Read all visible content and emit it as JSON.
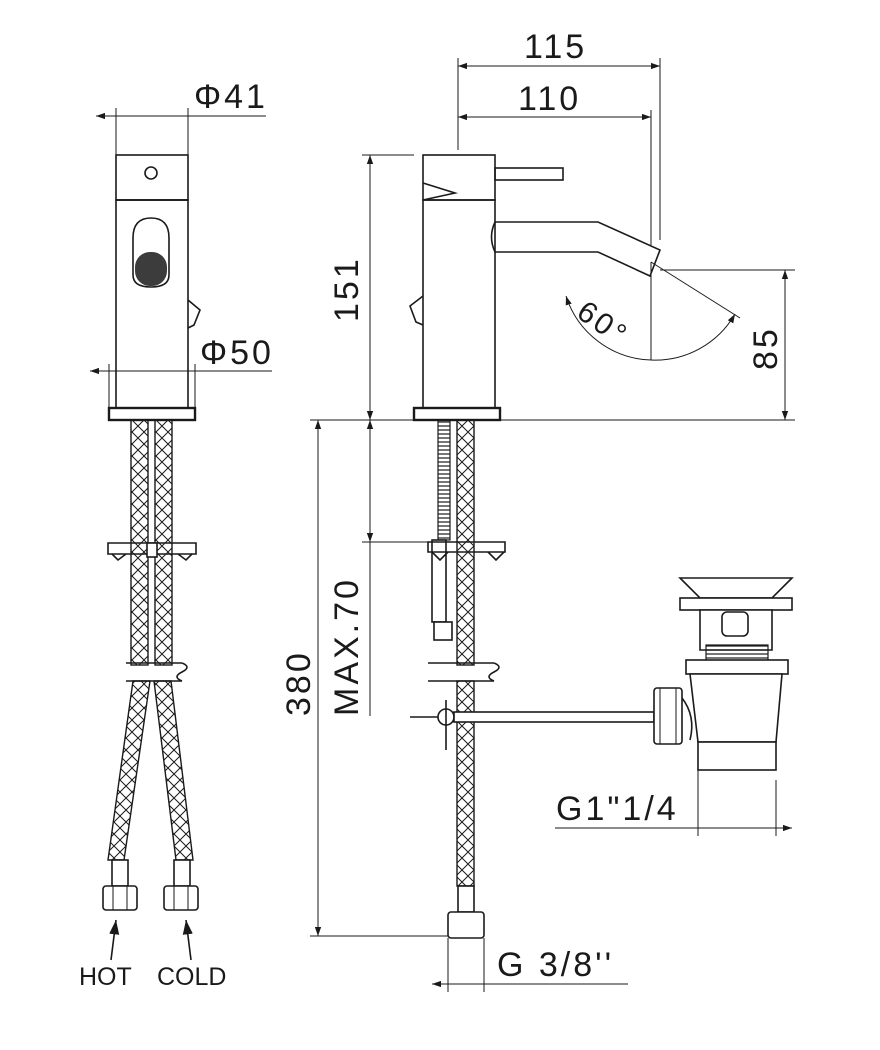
{
  "front_view": {
    "dim_body_diameter": "Φ41",
    "dim_base_diameter": "Φ50",
    "hose_left_label": "HOT",
    "hose_right_label": "COLD"
  },
  "side_view": {
    "dim_total_reach": "115",
    "dim_spout_reach": "110",
    "dim_height": "151",
    "dim_angle": "60°",
    "dim_spout_height": "85",
    "dim_hose_length": "380",
    "dim_max_thickness": "MAX.70",
    "dim_waste_thread": "G1\"1/4",
    "dim_hose_thread": "G 3/8''"
  }
}
